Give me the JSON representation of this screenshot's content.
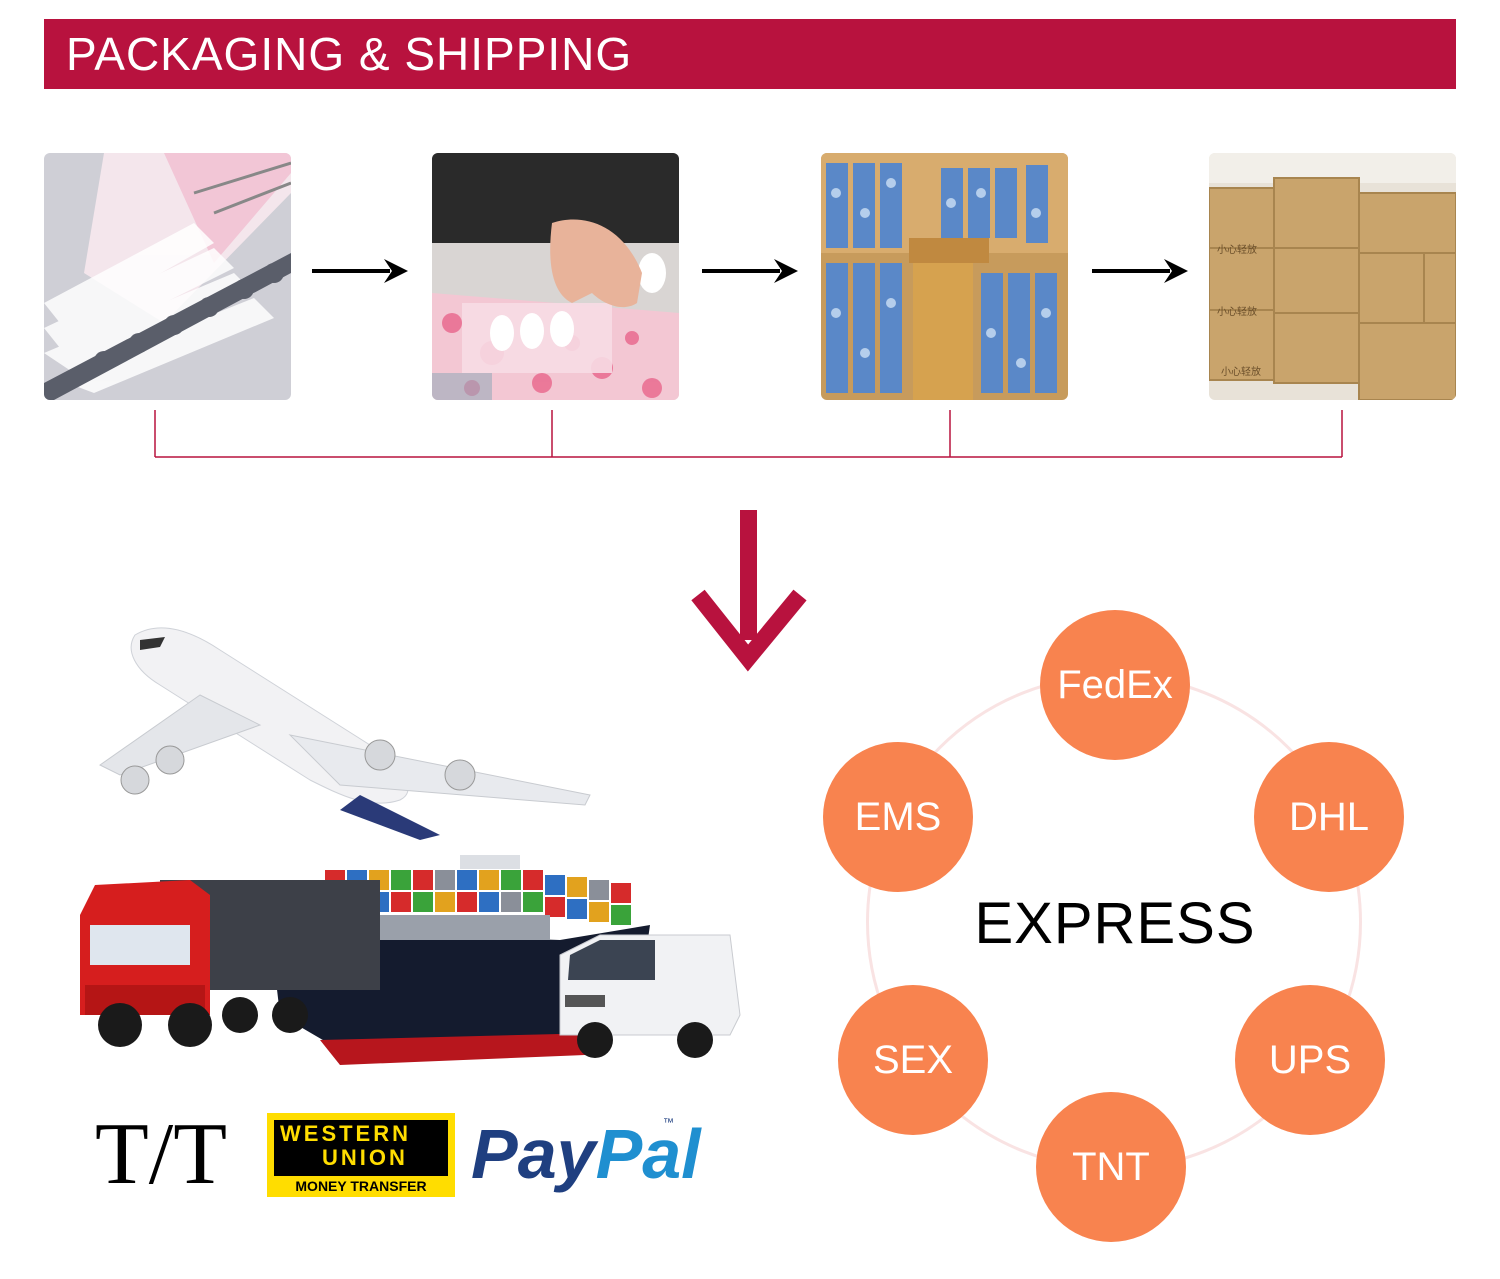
{
  "banner": {
    "title": "PACKAGING & SHIPPING",
    "color": "#b8123e"
  },
  "process_steps": [
    {
      "name": "fabric-printing-photo"
    },
    {
      "name": "hand-assembly-photo"
    },
    {
      "name": "packed-bags-in-box-photo"
    },
    {
      "name": "stacked-cartons-photo"
    }
  ],
  "carton_text": "小心轻放",
  "payments": {
    "tt": "T/T",
    "western_union": {
      "line1": "WESTERN",
      "line2": "UNION",
      "sub": "MONEY TRANSFER"
    },
    "paypal": {
      "pay": "Pay",
      "pal": "Pal",
      "tm": "™"
    }
  },
  "express": {
    "center_label": "EXPRESS",
    "carriers": [
      "FedEx",
      "DHL",
      "UPS",
      "TNT",
      "SEX",
      "EMS"
    ],
    "bubble_color": "#f8834f"
  }
}
